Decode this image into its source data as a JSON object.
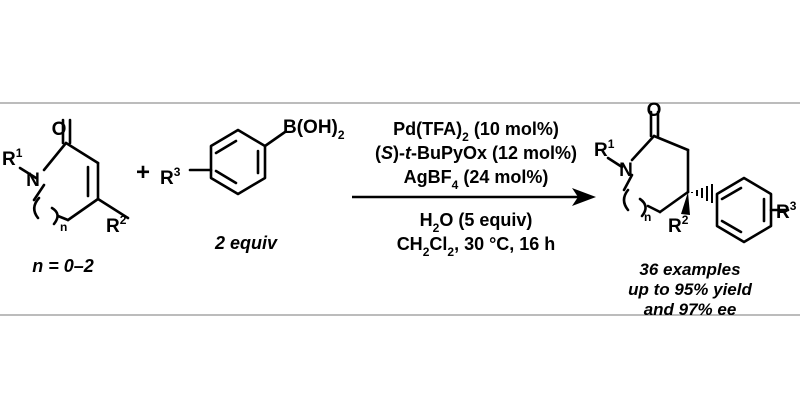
{
  "reactant1": {
    "O": "O",
    "N": "N",
    "R1": "R",
    "R1_sup": "1",
    "R2": "R",
    "R2_sup": "2",
    "n_sub": "n",
    "caption": "n = 0–2"
  },
  "plus": "+",
  "reactant2": {
    "R3": "R",
    "R3_sup": "3",
    "boronic": "B(OH)",
    "boronic_sub": "2",
    "caption": "2 equiv"
  },
  "conditions": {
    "line1_a": "Pd(TFA)",
    "line1_sub": "2",
    "line1_b": " (10 mol%)",
    "line2_a": "(",
    "line2_S": "S",
    "line2_b": ")-",
    "line2_t": "t",
    "line2_c": "-BuPyOx (12 mol%)",
    "line3_a": "AgBF",
    "line3_sub": "4",
    "line3_b": " (24 mol%)",
    "line4_a": "H",
    "line4_sub": "2",
    "line4_b": "O (5 equiv)",
    "line5_a": "CH",
    "line5_sub1": "2",
    "line5_b": "Cl",
    "line5_sub2": "2",
    "line5_c": ", 30 °C, 16 h"
  },
  "product": {
    "O": "O",
    "N": "N",
    "R1": "R",
    "R1_sup": "1",
    "R2": "R",
    "R2_sup": "2",
    "R3": "R",
    "R3_sup": "3",
    "n_sub": "n",
    "summary": [
      "36 examples",
      "up to 95% yield",
      "and 97% ee"
    ]
  }
}
